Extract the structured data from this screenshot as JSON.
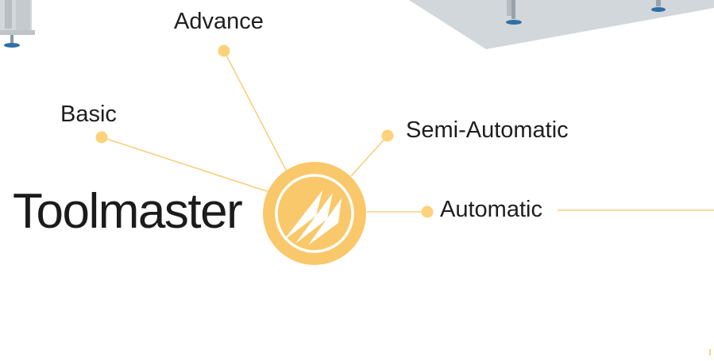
{
  "title": "Toolmaster",
  "branches": [
    {
      "label": "Advance"
    },
    {
      "label": "Basic"
    },
    {
      "label": "Semi-Automatic"
    },
    {
      "label": "Automatic"
    }
  ],
  "colors": {
    "accent": "#fcd27a",
    "logo_fill": "#f9c86a",
    "line": "#f8cf7c",
    "text": "#1e1e1e",
    "machine_grey": "#c6cbd0",
    "foot_blue": "#2f6fa6"
  },
  "logo_icon": "toolmaster-logo-icon"
}
